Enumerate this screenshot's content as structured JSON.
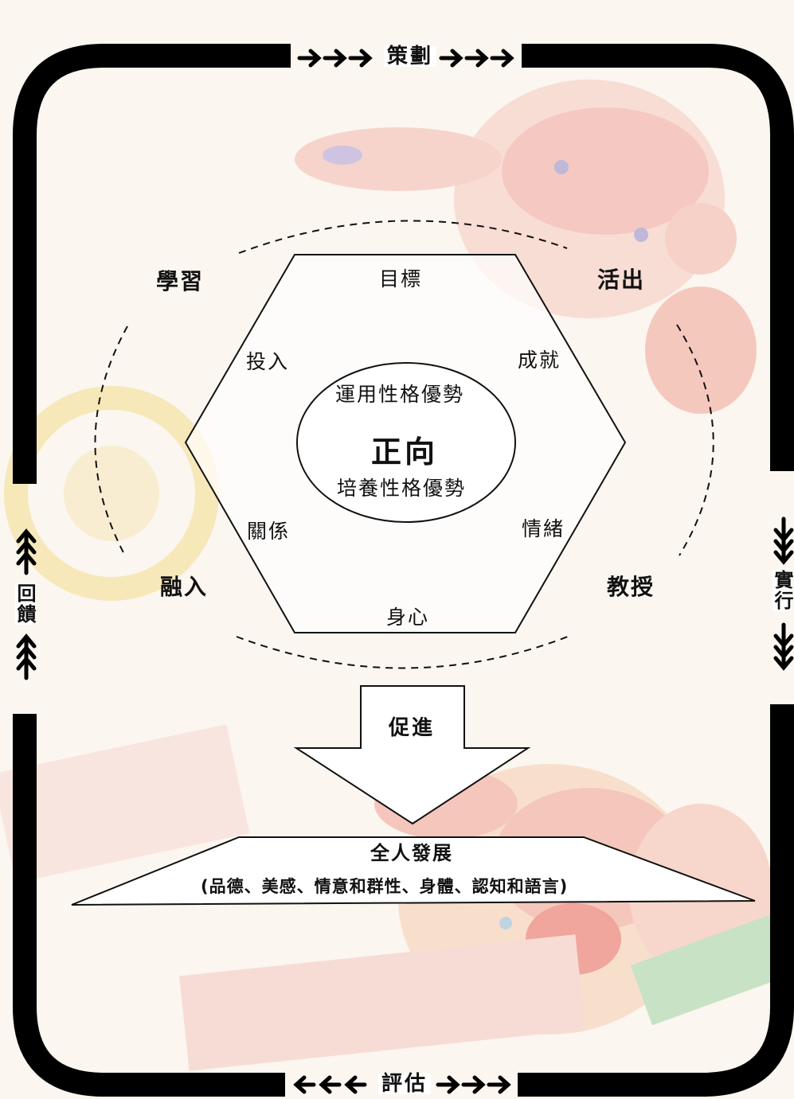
{
  "frame": {
    "top_label": "策劃",
    "bottom_label": "評估",
    "left_label": "回饋",
    "right_label": "實行"
  },
  "cycle": {
    "top_left": "學習",
    "top_right": "活出",
    "bottom_left": "融入",
    "bottom_right": "教授"
  },
  "hexagon": {
    "top": "目標",
    "upper_left": "投入",
    "upper_right": "成就",
    "lower_left": "關係",
    "lower_right": "情緒",
    "bottom": "身心"
  },
  "center": {
    "upper": "運用性格優勢",
    "title": "正向",
    "lower": "培養性格優勢"
  },
  "arrow_label": "促進",
  "base": {
    "title": "全人發展",
    "subtitle": "(品德、美感、情意和群性、身體、認知和語言)"
  },
  "colors": {
    "background": "#fbf6ef",
    "frame": "#000000",
    "decor_pink": "#f2a7a0",
    "decor_red": "#e8655a",
    "decor_yellow": "#f4dc8f",
    "decor_purple": "#a99bd6",
    "decor_green": "#9fd2a3"
  },
  "icons": [
    "arrow-right-icon",
    "arrow-left-icon",
    "arrow-up-icon",
    "arrow-down-icon"
  ]
}
